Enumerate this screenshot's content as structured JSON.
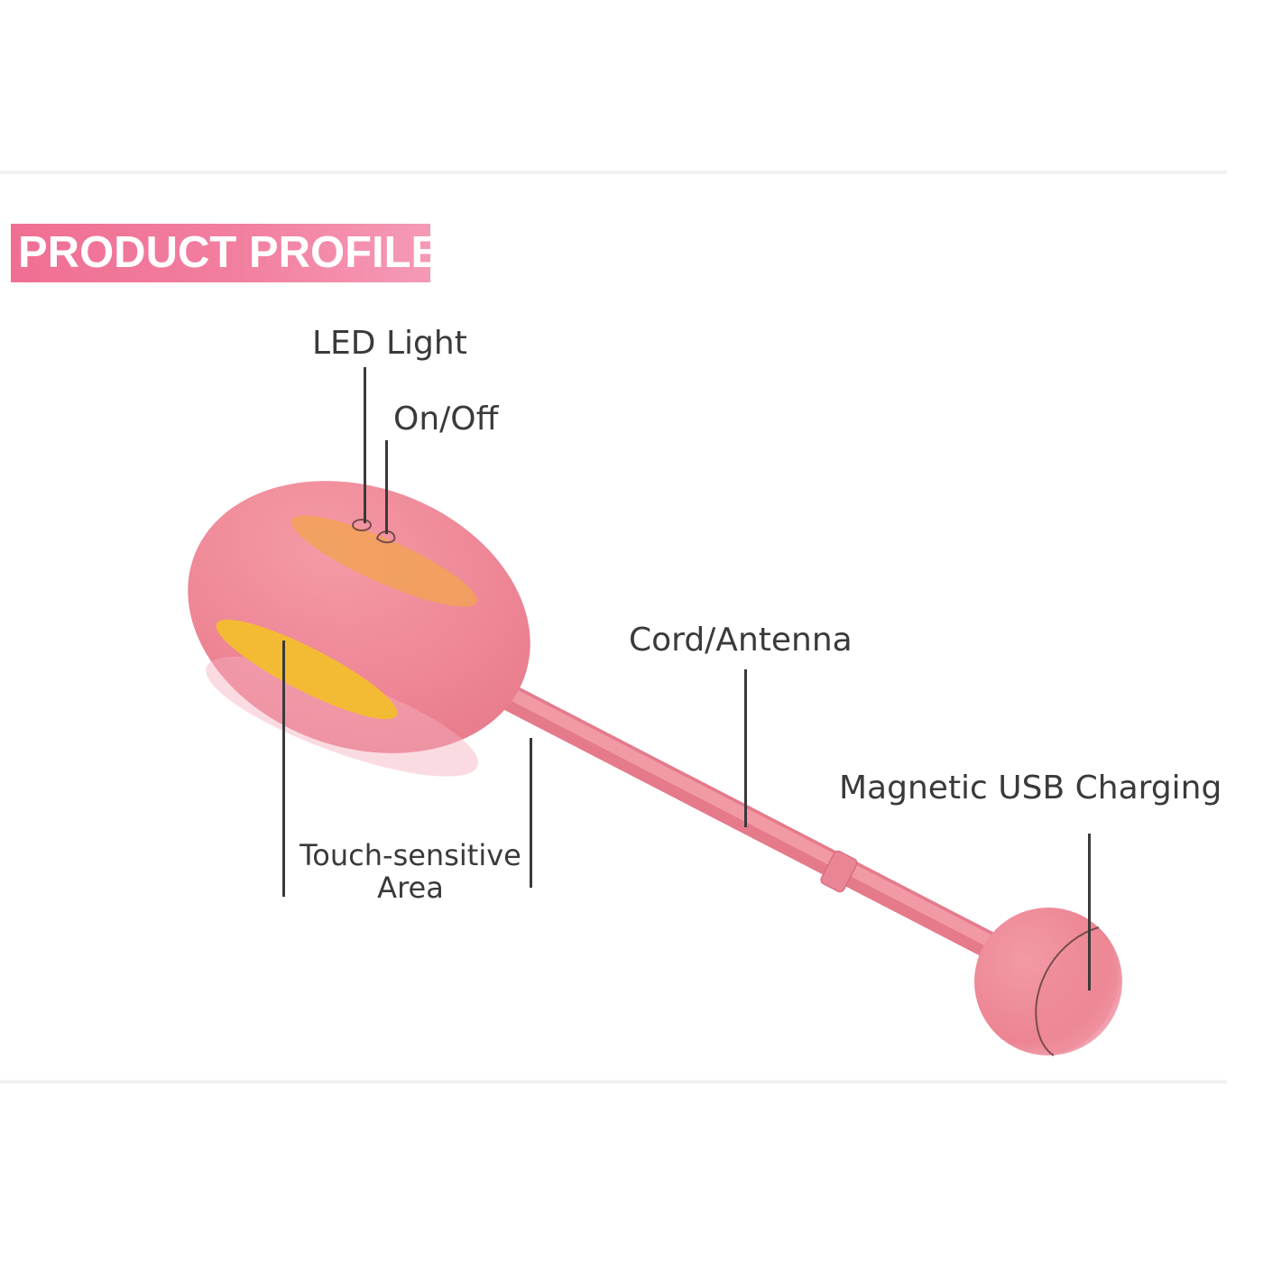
{
  "badge": {
    "title": "PRODUCT PROFILE"
  },
  "labels": {
    "led_light": "LED Light",
    "on_off": "On/Off",
    "cord_antenna": "Cord/Antenna",
    "magnetic_usb": "Magnetic USB Charging",
    "touch_line1": "Touch-sensitive",
    "touch_line2": "Area"
  },
  "colors": {
    "device_pink": "#ee8898",
    "highlight_orange": "#f2a257",
    "highlight_yellow": "#f3bb33",
    "badge_pink": "#ef6f93"
  }
}
